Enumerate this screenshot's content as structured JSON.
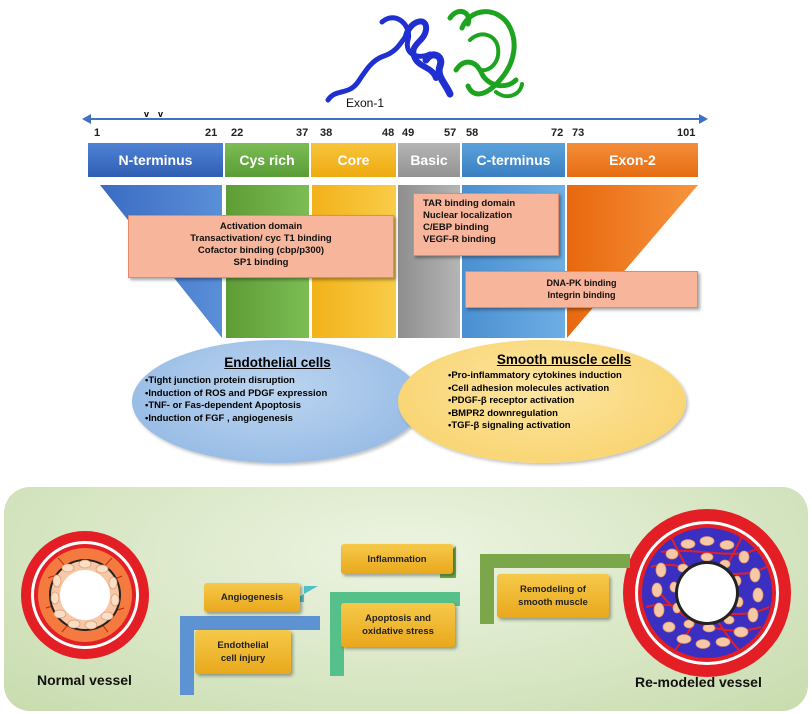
{
  "protein": {
    "exon1_label": "Exon-1",
    "cleavage_marks": [
      "v",
      "v"
    ]
  },
  "positions": [
    "1",
    "21",
    "22",
    "37",
    "38",
    "48",
    "49",
    "57",
    "58",
    "72",
    "73",
    "101"
  ],
  "domains": [
    {
      "label": "N-terminus",
      "color": "#3f71c6"
    },
    {
      "label": "Cys rich",
      "color": "#6cb044"
    },
    {
      "label": "Core",
      "color": "#f5b81c"
    },
    {
      "label": "Basic",
      "color": "#a3a3a3"
    },
    {
      "label": "C-terminus",
      "color": "#4a91d0"
    },
    {
      "label": "Exon-2",
      "color": "#f07b22"
    }
  ],
  "function_boxes": {
    "left": [
      "Activation domain",
      "Transactivation/ cyc T1 binding",
      "Cofactor binding (cbp/p300)",
      "SP1 binding"
    ],
    "middle": [
      "TAR binding domain",
      "Nuclear localization",
      "C/EBP binding",
      "VEGF-R binding"
    ],
    "right": [
      "DNA-PK binding",
      "Integrin binding"
    ]
  },
  "endothelial": {
    "title": "Endothelial cells",
    "items": [
      "•Tight junction protein disruption",
      "•Induction of ROS  and  PDGF expression",
      "•TNF- or Fas-dependent Apoptosis",
      "•Induction of FGF , angiogenesis"
    ]
  },
  "smooth_muscle": {
    "title": "Smooth muscle cells",
    "items": [
      "•Pro-inflammatory cytokines induction",
      "•Cell adhesion molecules activation",
      "•PDGF-β receptor activation",
      "•BMPR2 downregulation",
      "•TGF-β signaling activation"
    ]
  },
  "vessels": {
    "normal": "Normal vessel",
    "remodeled": "Re-modeled vessel"
  },
  "steps": {
    "angiogenesis": "Angiogenesis",
    "endothelial_injury": [
      "Endothelial",
      "cell injury"
    ],
    "inflammation": "Inflammation",
    "apoptosis": [
      "Apoptosis and",
      "oxidative stress"
    ],
    "remodeling": [
      "Remodeling of",
      "smooth muscle"
    ]
  },
  "colors": {
    "panel_bg": "#dbe8c8",
    "axis": "#3f71c6",
    "salmon": "#f7b59c",
    "step_box": "#f1b93a",
    "vessel_red": "#e31e24"
  }
}
